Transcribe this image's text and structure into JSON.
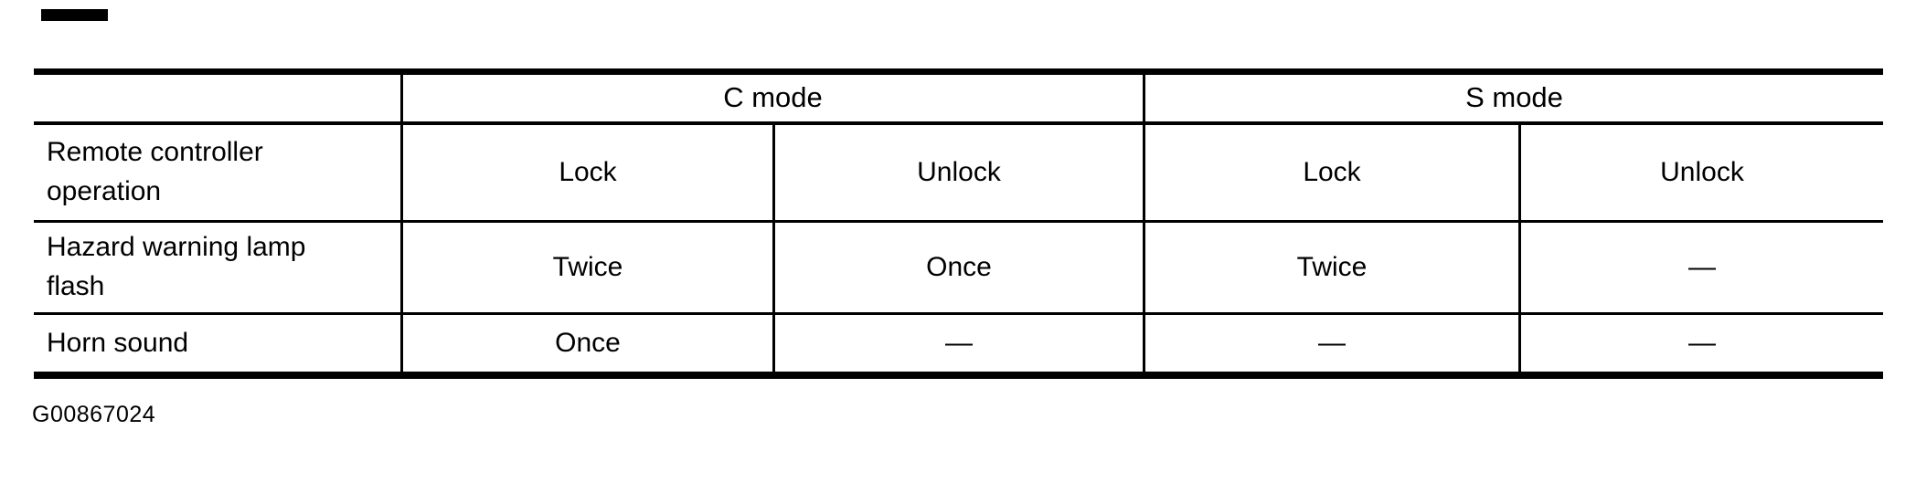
{
  "page": {
    "background_color": "#ffffff",
    "ink_color": "#000000"
  },
  "scan_artifact": {
    "description": "small black scan mark at top-left"
  },
  "table": {
    "header_groups": [
      {
        "label": "C mode"
      },
      {
        "label": "S mode"
      }
    ],
    "rows": [
      {
        "label": "Remote controller operation",
        "cells": [
          "Lock",
          "Unlock",
          "Lock",
          "Unlock"
        ]
      },
      {
        "label": "Hazard warning lamp flash",
        "cells": [
          "Twice",
          "Once",
          "Twice",
          "—"
        ]
      },
      {
        "label": "Horn sound",
        "cells": [
          "Once",
          "—",
          "—",
          "—"
        ]
      }
    ]
  },
  "caption": "G00867024"
}
